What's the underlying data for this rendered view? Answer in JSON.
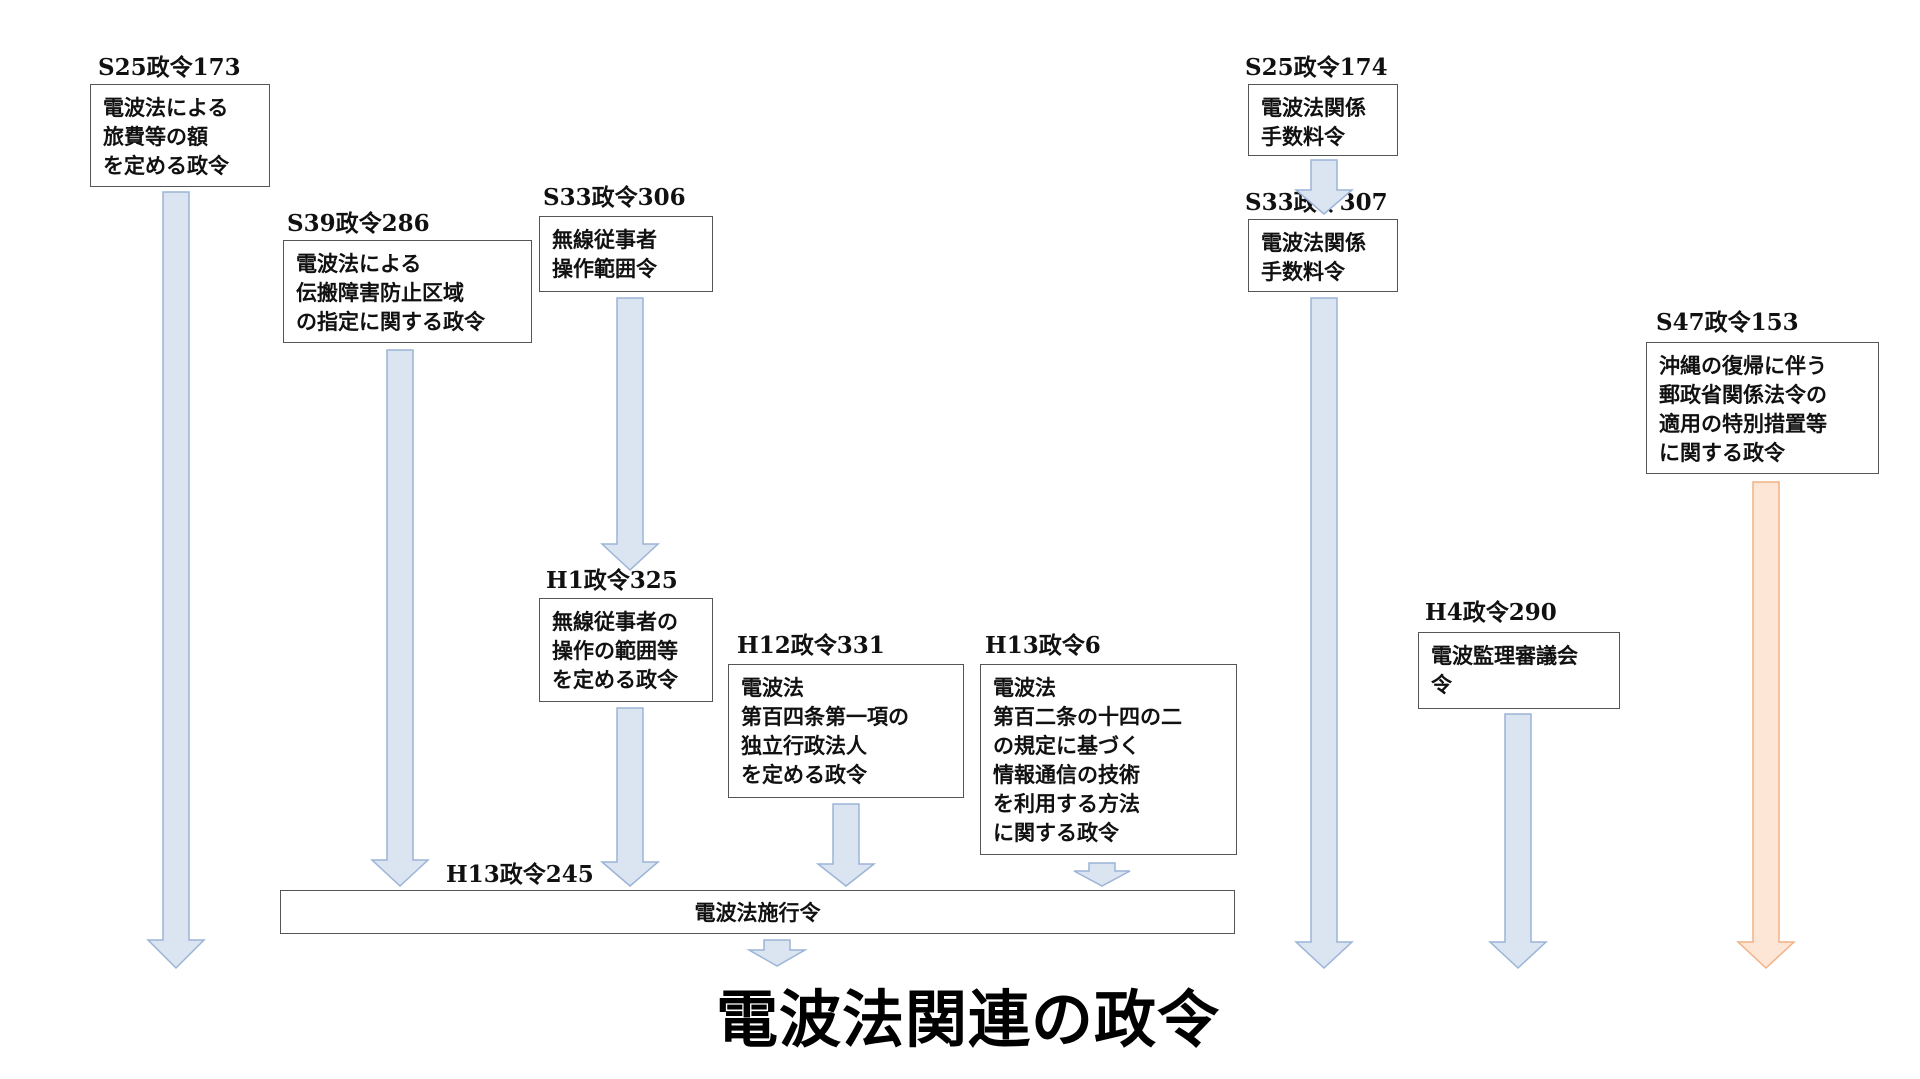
{
  "title": "電波法関連の政令",
  "colors": {
    "arrow_fill": "#dbe5f1",
    "arrow_stroke": "#9bb4d6",
    "arrow_orange_fill": "#fde6d6",
    "arrow_orange_stroke": "#f2b184",
    "box_border": "#555555"
  },
  "nodes": {
    "s25_173": {
      "code": "S25政令173",
      "lines": [
        "電波法による",
        "旅費等の額",
        "を定める政令"
      ]
    },
    "s39_286": {
      "code": "S39政令286",
      "lines": [
        "電波法による",
        "伝搬障害防止区域",
        "の指定に関する政令"
      ]
    },
    "s33_306": {
      "code": "S33政令306",
      "lines": [
        "無線従事者",
        "操作範囲令"
      ]
    },
    "s25_174": {
      "code": "S25政令174",
      "lines": [
        "電波法関係",
        "手数料令"
      ]
    },
    "s33_307": {
      "code": "S33政令307",
      "lines": [
        "電波法関係",
        "手数料令"
      ]
    },
    "s47_153": {
      "code": "S47政令153",
      "lines": [
        "沖縄の復帰に伴う",
        "郵政省関係法令の",
        "適用の特別措置等",
        "に関する政令"
      ]
    },
    "h1_325": {
      "code": "H1政令325",
      "lines": [
        "無線従事者の",
        "操作の範囲等",
        "を定める政令"
      ]
    },
    "h12_331": {
      "code": "H12政令331",
      "lines": [
        "電波法",
        "第百四条第一項の",
        "独立行政法人",
        "を定める政令"
      ]
    },
    "h13_6": {
      "code": "H13政令6",
      "lines": [
        "電波法",
        "第百二条の十四の二",
        "の規定に基づく",
        "情報通信の技術",
        "を利用する方法",
        "に関する政令"
      ]
    },
    "h4_290": {
      "code": "H4政令290",
      "lines": [
        "電波監理審議会",
        "令"
      ]
    },
    "h13_245": {
      "code": "H13政令245",
      "label": "電波法施行令"
    }
  }
}
